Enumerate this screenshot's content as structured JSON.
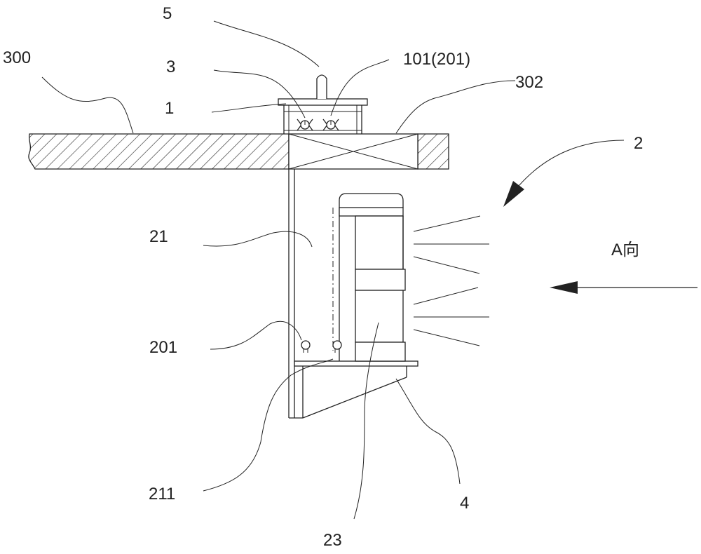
{
  "labels": {
    "l5": "5",
    "l3": "3",
    "l1": "1",
    "l300": "300",
    "l101": "101(201)",
    "l302": "302",
    "l2": "2",
    "l21": "21",
    "lA": "A向",
    "l201": "201",
    "l211": "211",
    "l4": "4",
    "l23": "23"
  }
}
